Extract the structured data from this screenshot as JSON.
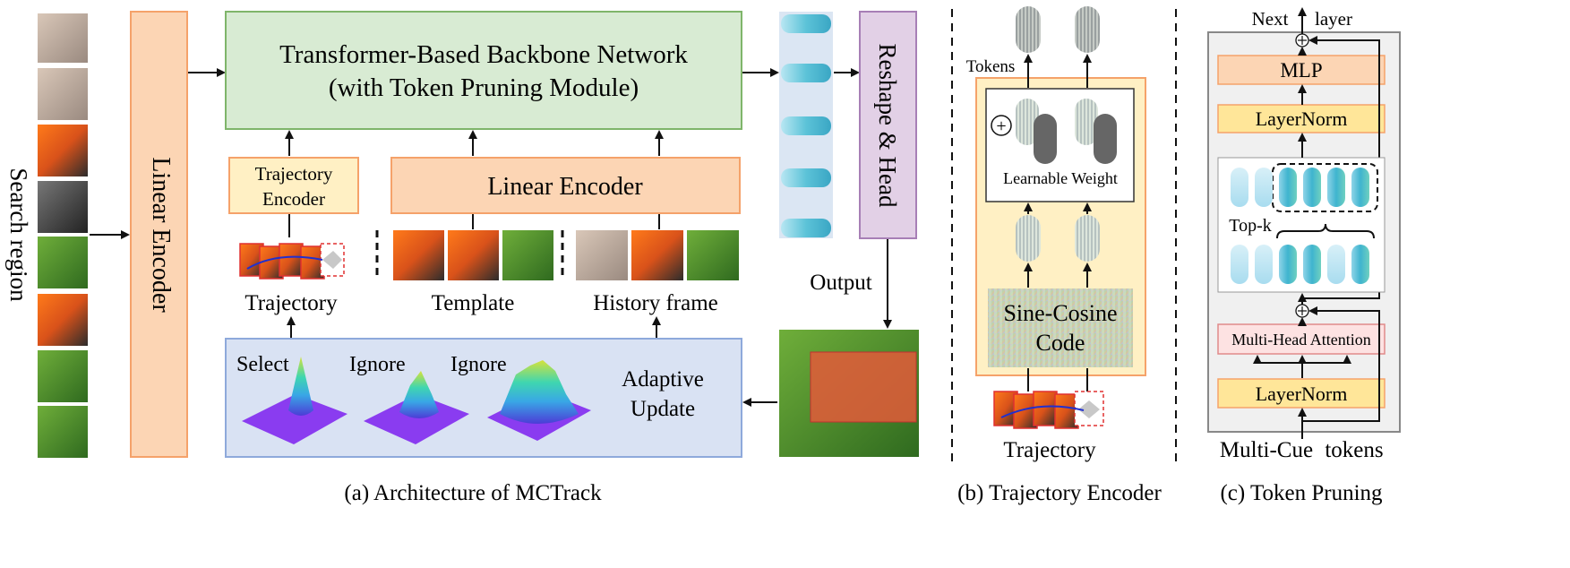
{
  "panel_a": {
    "search_region": "Search region",
    "linear_encoder_vertical": "Linear Encoder",
    "backbone_line1": "Transformer-Based Backbone Network",
    "backbone_line2": "(with Token Pruning Module)",
    "trajectory_encoder_line1": "Trajectory",
    "trajectory_encoder_line2": "Encoder",
    "linear_encoder": "Linear Encoder",
    "trajectory_label": "Trajectory",
    "template_label": "Template",
    "history_label": "History frame",
    "select_label": "Select",
    "ignore_label_1": "Ignore",
    "ignore_label_2": "Ignore",
    "adaptive_line1": "Adaptive",
    "adaptive_line2": "Update",
    "reshape_head": "Reshape & Head",
    "output_label": "Output",
    "caption": "(a) Architecture of MCTrack"
  },
  "panel_b": {
    "tokens_label": "Tokens",
    "learnable_weight": "Learnable Weight",
    "sine_line1": "Sine-Cosine",
    "sine_line2": "Code",
    "trajectory_label": "Trajectory",
    "plus_symbol": "+",
    "caption": "(b) Trajectory Encoder"
  },
  "panel_c": {
    "next_label": "Next",
    "layer_label": "layer",
    "mlp": "MLP",
    "layernorm_top": "LayerNorm",
    "topk_label": "Top-k",
    "mha": "Multi-Head Attention",
    "layernorm_bottom": "LayerNorm",
    "multicue_label": "Multi-Cue",
    "tokens_label": "tokens",
    "caption": "(c) Token Pruning"
  },
  "colors": {
    "orange_fill": "#fcd5b4",
    "orange_stroke": "#f5a26a",
    "green_fill": "#d8ebd3",
    "green_stroke": "#7fb56a",
    "yellow_fill": "#fff0c4",
    "purple_fill": "#e2d0e6",
    "purple_stroke": "#a77fb6",
    "blue_fill": "#d9e2f3",
    "blue_stroke": "#8ea9db",
    "teal_token": "#5fc8d6",
    "gray_token": "#777777",
    "ln_fill": "#ffe699",
    "mha_fill": "#fde2e2"
  }
}
